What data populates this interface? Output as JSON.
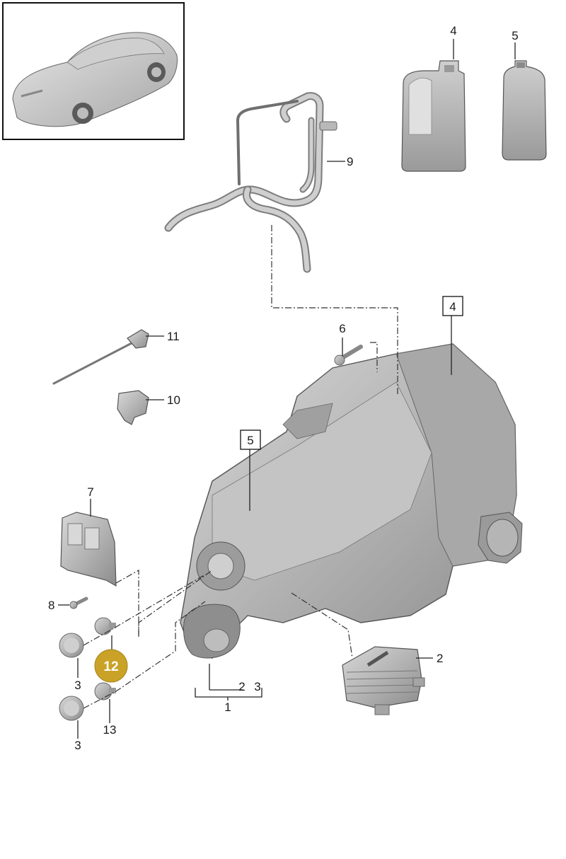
{
  "labels": {
    "p1": "1",
    "p2": "2",
    "p2b": "2",
    "p3b": "3",
    "p3a": "3",
    "p3c": "3",
    "p4": "4",
    "p4box": "4",
    "p5": "5",
    "p5box": "5",
    "p6": "6",
    "p7": "7",
    "p8": "8",
    "p9": "9",
    "p10": "10",
    "p11": "11",
    "p12": "12",
    "p13": "13"
  },
  "colors": {
    "callout": "#c9a227",
    "part_fill": "#b9b9b9",
    "part_dark": "#8e8e8e",
    "line": "#222222"
  }
}
